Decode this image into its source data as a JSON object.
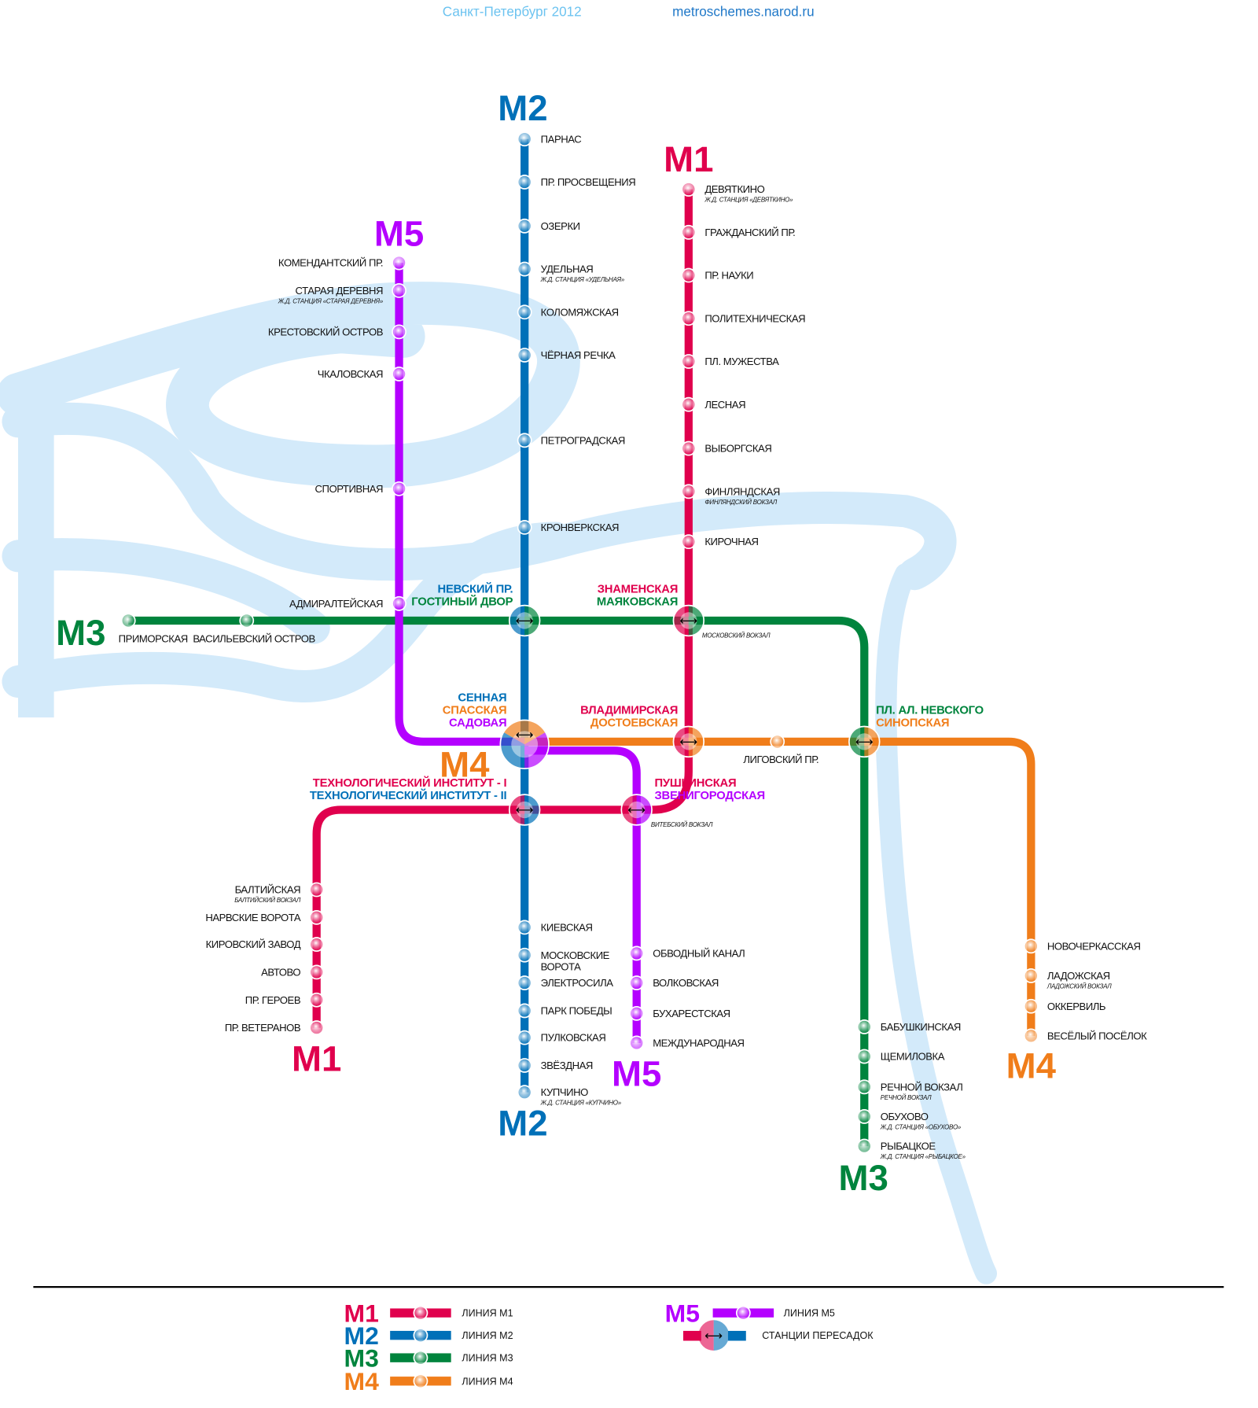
{
  "header": {
    "title": "Санкт-Петербург 2012",
    "site": "metroschemes.narod.ru",
    "title_color": "#6cc3f0",
    "site_color": "#1f78c8"
  },
  "colors": {
    "river": "#d3eafa"
  },
  "lines": {
    "m1": {
      "label": "М1",
      "color": "#e0004d",
      "stations": [
        {
          "name": "ДЕВЯТКИНО",
          "sub": "Ж.Д. СТАНЦИЯ «ДЕВЯТКИНО»"
        },
        {
          "name": "ГРАЖДАНСКИЙ ПР."
        },
        {
          "name": "ПР. НАУКИ"
        },
        {
          "name": "ПОЛИТЕХНИЧЕСКАЯ"
        },
        {
          "name": "ПЛ. МУЖЕСТВА"
        },
        {
          "name": "ЛЕСНАЯ"
        },
        {
          "name": "ВЫБОРГСКАЯ"
        },
        {
          "name": "ФИНЛЯНДСКАЯ",
          "sub": "ФИНЛЯНДСКИЙ ВОКЗАЛ"
        },
        {
          "name": "КИРОЧНАЯ"
        },
        {
          "name": "БАЛТИЙСКАЯ",
          "sub": "БАЛТИЙСКИЙ ВОКЗАЛ"
        },
        {
          "name": "НАРВСКИЕ ВОРОТА"
        },
        {
          "name": "КИРОВСКИЙ ЗАВОД"
        },
        {
          "name": "АВТОВО"
        },
        {
          "name": "ПР. ГЕРОЕВ"
        },
        {
          "name": "ПР. ВЕТЕРАНОВ"
        }
      ]
    },
    "m2": {
      "label": "М2",
      "color": "#0070b8",
      "stations": [
        {
          "name": "ПАРНАС"
        },
        {
          "name": "ПР. ПРОСВЕЩЕНИЯ"
        },
        {
          "name": "ОЗЕРКИ"
        },
        {
          "name": "УДЕЛЬНАЯ",
          "sub": "Ж.Д. СТАНЦИЯ «УДЕЛЬНАЯ»"
        },
        {
          "name": "КОЛОМЯЖСКАЯ"
        },
        {
          "name": "ЧЁРНАЯ РЕЧКА"
        },
        {
          "name": "ПЕТРОГРАДСКАЯ"
        },
        {
          "name": "КРОНВЕРКСКАЯ"
        },
        {
          "name": "КИЕВСКАЯ"
        },
        {
          "name": "МОСКОВСКИЕ ВОРОТА"
        },
        {
          "name": "ЭЛЕКТРОСИЛА"
        },
        {
          "name": "ПАРК ПОБЕДЫ"
        },
        {
          "name": "ПУЛКОВСКАЯ"
        },
        {
          "name": "ЗВЁЗДНАЯ"
        },
        {
          "name": "КУПЧИНО",
          "sub": "Ж.Д. СТАНЦИЯ «КУПЧИНО»"
        }
      ]
    },
    "m3": {
      "label": "М3",
      "color": "#00843d",
      "stations": [
        {
          "name": "ПРИМОРСКАЯ"
        },
        {
          "name": "ВАСИЛЬЕВСКИЙ ОСТРОВ"
        },
        {
          "name": "БАБУШКИНСКАЯ"
        },
        {
          "name": "ЩЕМИЛОВКА"
        },
        {
          "name": "РЕЧНОЙ ВОКЗАЛ",
          "sub": "РЕЧНОЙ ВОКЗАЛ"
        },
        {
          "name": "ОБУХОВО",
          "sub": "Ж.Д. СТАНЦИЯ «ОБУХОВО»"
        },
        {
          "name": "РЫБАЦКОЕ",
          "sub": "Ж.Д. СТАНЦИЯ «РЫБАЦКОЕ»"
        }
      ]
    },
    "m4": {
      "label": "М4",
      "color": "#f07d1a",
      "stations": [
        {
          "name": "ЛИГОВСКИЙ ПР."
        },
        {
          "name": "НОВОЧЕРКАССКАЯ"
        },
        {
          "name": "ЛАДОЖСКАЯ",
          "sub": "ЛАДОЖСКИЙ ВОКЗАЛ"
        },
        {
          "name": "ОККЕРВИЛЬ"
        },
        {
          "name": "ВЕСЁЛЫЙ ПОСЁЛОК"
        }
      ]
    },
    "m5": {
      "label": "М5",
      "color": "#b400ff",
      "stations": [
        {
          "name": "КОМЕНДАНТСКИЙ ПР."
        },
        {
          "name": "СТАРАЯ ДЕРЕВНЯ",
          "sub": "Ж.Д. СТАНЦИЯ «СТАРАЯ ДЕРЕВНЯ»"
        },
        {
          "name": "КРЕСТОВСКИЙ ОСТРОВ"
        },
        {
          "name": "ЧКАЛОВСКАЯ"
        },
        {
          "name": "СПОРТИВНАЯ"
        },
        {
          "name": "АДМИРАЛТЕЙСКАЯ"
        },
        {
          "name": "ОБВОДНЫЙ КАНАЛ"
        },
        {
          "name": "ВОЛКОВСКАЯ"
        },
        {
          "name": "БУХАРЕСТСКАЯ"
        },
        {
          "name": "МЕЖДУНАРОДНАЯ"
        }
      ]
    }
  },
  "transfers": [
    {
      "id": "nevsky",
      "names": [
        {
          "text": "НЕВСКИЙ ПР.",
          "line": "m2"
        },
        {
          "text": "ГОСТИНЫЙ ДВОР",
          "line": "m3"
        }
      ]
    },
    {
      "id": "mayak",
      "names": [
        {
          "text": "ЗНАМЕНСКАЯ",
          "line": "m1"
        },
        {
          "text": "МАЯКОВСКАЯ",
          "line": "m3"
        }
      ],
      "sub": "МОСКОВСКИЙ ВОКЗАЛ"
    },
    {
      "id": "sennaya",
      "names": [
        {
          "text": "СЕННАЯ",
          "line": "m2"
        },
        {
          "text": "СПАССКАЯ",
          "line": "m4"
        },
        {
          "text": "САДОВАЯ",
          "line": "m5"
        }
      ]
    },
    {
      "id": "vladimir",
      "names": [
        {
          "text": "ВЛАДИМИРСКАЯ",
          "line": "m1"
        },
        {
          "text": "ДОСТОЕВСКАЯ",
          "line": "m4"
        }
      ]
    },
    {
      "id": "nevsky-sq",
      "names": [
        {
          "text": "ПЛ. АЛ. НЕВСКОГО",
          "line": "m3"
        },
        {
          "text": "СИНОПСКАЯ",
          "line": "m4"
        }
      ]
    },
    {
      "id": "tech",
      "names": [
        {
          "text": "ТЕХНОЛОГИЧЕСКИЙ ИНСТИТУТ - I",
          "line": "m1"
        },
        {
          "text": "ТЕХНОЛОГИЧЕСКИЙ ИНСТИТУТ - II",
          "line": "m2"
        }
      ]
    },
    {
      "id": "push",
      "names": [
        {
          "text": "ПУШКИНСКАЯ",
          "line": "m1"
        },
        {
          "text": "ЗВЕНИГОРОДСКАЯ",
          "line": "m5"
        }
      ],
      "sub": "ВИТЕБСКИЙ ВОКЗАЛ"
    }
  ],
  "legend": {
    "items": [
      {
        "label": "М1",
        "text": "ЛИНИЯ М1",
        "line": "m1"
      },
      {
        "label": "М2",
        "text": "ЛИНИЯ М2",
        "line": "m2"
      },
      {
        "label": "М3",
        "text": "ЛИНИЯ М3",
        "line": "m3"
      },
      {
        "label": "М4",
        "text": "ЛИНИЯ М4",
        "line": "m4"
      },
      {
        "label": "М5",
        "text": "ЛИНИЯ М5",
        "line": "m5"
      }
    ],
    "transfer_text": "СТАНЦИИ ПЕРЕСАДОК"
  }
}
